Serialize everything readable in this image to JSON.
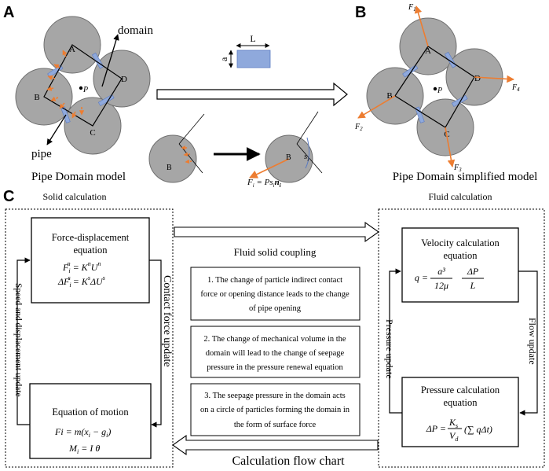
{
  "panel_a": {
    "letter": "A",
    "domain_label": "domain",
    "pipe_label": "pipe",
    "caption": "Pipe Domain model",
    "particles": [
      "A",
      "B",
      "C",
      "D"
    ],
    "pressure_symbol": "P",
    "pipe_dim_length": "L",
    "pipe_dim_aperture": "a",
    "detail_particle": "B",
    "detail_particle_2": "B",
    "s_label": "s",
    "s_sub": "i",
    "force_formula": "F",
    "force_formula_sub": "i",
    "force_formula_rhs": " = Ps",
    "force_formula_rhs_sub": "i",
    "force_formula_n": "n",
    "force_formula_n_sub": "i"
  },
  "panel_b": {
    "letter": "B",
    "caption": "Pipe Domain simplified model",
    "particles": [
      "A",
      "B",
      "C",
      "D"
    ],
    "pressure_symbol": "P",
    "forces": [
      {
        "name": "F",
        "sub": "1"
      },
      {
        "name": "F",
        "sub": "2"
      },
      {
        "name": "F",
        "sub": "3"
      },
      {
        "name": "F",
        "sub": "4"
      }
    ]
  },
  "panel_c": {
    "letter": "C",
    "solid_title": "Solid calculation",
    "fluid_title": "Fluid calculation",
    "force_box": {
      "title_line1": "Force-displacement",
      "title_line2": "equation",
      "eq1": "F",
      "eq1_sup": "n",
      "eq1_sub": "i",
      "eq1_rhs": " = K",
      "eq1_rhs2": "U",
      "eq2": "ΔF",
      "eq2_sup": "s",
      "eq2_sub": "i",
      "eq2_rhs": " = K",
      "eq2_rhs2": "ΔU"
    },
    "motion_box": {
      "title": "Equation of motion",
      "eq1": "Fi = m(x",
      "eq1_sub": "i",
      "eq1_rest": " − g",
      "eq1_sub2": "i",
      "eq1_close": ")",
      "eq2": "M",
      "eq2_sub": "i",
      "eq2_rest": " = I θ"
    },
    "velocity_box": {
      "title_line1": "Velocity calculation",
      "title_line2": "equation",
      "lhs": "q =",
      "num1": "a³",
      "den1": "12μ",
      "num2": "ΔP",
      "den2": "L"
    },
    "pressure_box": {
      "title_line1": "Pressure calculation",
      "title_line2": "equation",
      "lhs": "ΔP =",
      "num": "K",
      "num_sub": "s",
      "den": "V",
      "den_sub": "d",
      "sum": "(∑ qΔt)"
    },
    "coupling_label": "Fluid solid coupling",
    "flowchart_label": "Calculation flow chart",
    "speed_update": "Speed and displacement update",
    "contact_update": "Contact force update",
    "pressure_update": "Pressure update",
    "flow_update": "Flow update",
    "notes": [
      {
        "line1": "1. The change of particle indirect contact",
        "line2": "force or opening distance leads to the change",
        "line3": "of pipe opening"
      },
      {
        "line1": "2.  The change of mechanical volume in the",
        "line2": "domain will lead to the change of seepage",
        "line3": "pressure in the pressure renewal equation"
      },
      {
        "line1": "3. The seepage pressure in the domain acts",
        "line2": "on a circle of particles forming the domain in",
        "line3": "the form of surface force"
      }
    ]
  },
  "colors": {
    "particle": "#a6a6a6",
    "particle_stroke": "#6f6f6f",
    "pipe_fill": "#8fa9dc",
    "force_arrow": "#ed7d31",
    "line": "#000000"
  }
}
